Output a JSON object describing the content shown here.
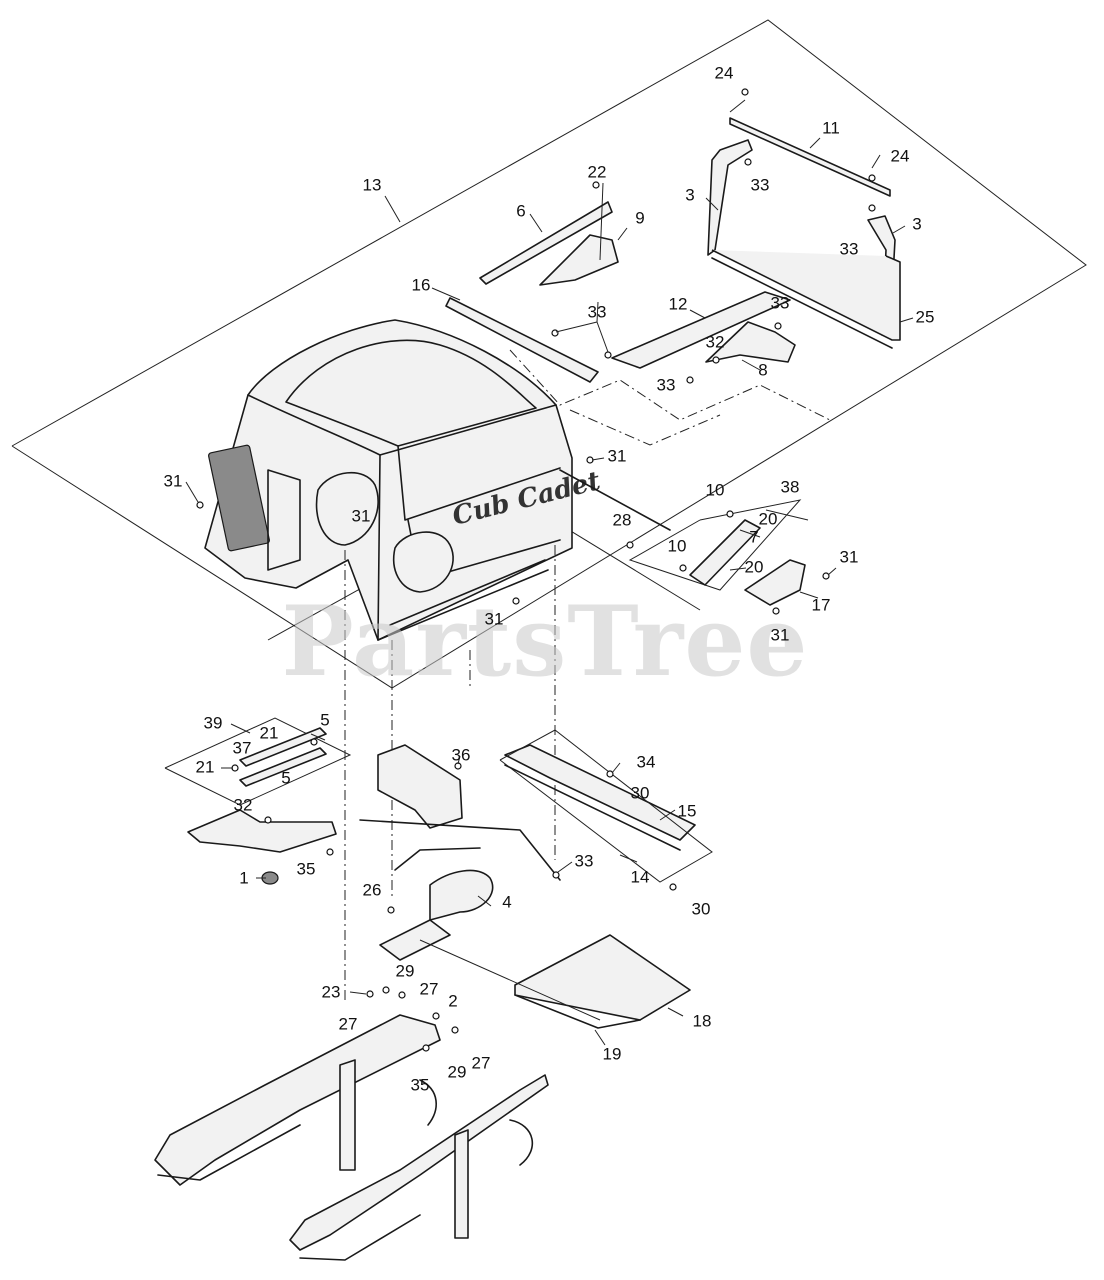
{
  "watermark": "PartsTree",
  "brand_on_hood": "Cub Cadet",
  "callouts": [
    {
      "id": "c24a",
      "label": "24"
    },
    {
      "id": "c11",
      "label": "11"
    },
    {
      "id": "c24b",
      "label": "24"
    },
    {
      "id": "c33a",
      "label": "33"
    },
    {
      "id": "c3a",
      "label": "3"
    },
    {
      "id": "c3b",
      "label": "3"
    },
    {
      "id": "c33b",
      "label": "33"
    },
    {
      "id": "c13",
      "label": "13"
    },
    {
      "id": "c22",
      "label": "22"
    },
    {
      "id": "c6",
      "label": "6"
    },
    {
      "id": "c9",
      "label": "9"
    },
    {
      "id": "c16",
      "label": "16"
    },
    {
      "id": "c33c",
      "label": "33"
    },
    {
      "id": "c12",
      "label": "12"
    },
    {
      "id": "c33d",
      "label": "33"
    },
    {
      "id": "c25",
      "label": "25"
    },
    {
      "id": "c32a",
      "label": "32"
    },
    {
      "id": "c33e",
      "label": "33"
    },
    {
      "id": "c8",
      "label": "8"
    },
    {
      "id": "c31a",
      "label": "31"
    },
    {
      "id": "c31b",
      "label": "31"
    },
    {
      "id": "c31c",
      "label": "31"
    },
    {
      "id": "c10a",
      "label": "10"
    },
    {
      "id": "c38",
      "label": "38"
    },
    {
      "id": "c20a",
      "label": "20"
    },
    {
      "id": "c28",
      "label": "28"
    },
    {
      "id": "c7",
      "label": "7"
    },
    {
      "id": "c10b",
      "label": "10"
    },
    {
      "id": "c20b",
      "label": "20"
    },
    {
      "id": "c31d",
      "label": "31"
    },
    {
      "id": "c17",
      "label": "17"
    },
    {
      "id": "c31e",
      "label": "31"
    },
    {
      "id": "c31f",
      "label": "31"
    },
    {
      "id": "c39",
      "label": "39"
    },
    {
      "id": "c21a",
      "label": "21"
    },
    {
      "id": "c5a",
      "label": "5"
    },
    {
      "id": "c37",
      "label": "37"
    },
    {
      "id": "c21b",
      "label": "21"
    },
    {
      "id": "c5b",
      "label": "5"
    },
    {
      "id": "c36",
      "label": "36"
    },
    {
      "id": "c34",
      "label": "34"
    },
    {
      "id": "c30a",
      "label": "30"
    },
    {
      "id": "c15",
      "label": "15"
    },
    {
      "id": "c32b",
      "label": "32"
    },
    {
      "id": "c1",
      "label": "1"
    },
    {
      "id": "c35a",
      "label": "35"
    },
    {
      "id": "c33f",
      "label": "33"
    },
    {
      "id": "c14",
      "label": "14"
    },
    {
      "id": "c30b",
      "label": "30"
    },
    {
      "id": "c26",
      "label": "26"
    },
    {
      "id": "c4",
      "label": "4"
    },
    {
      "id": "c23",
      "label": "23"
    },
    {
      "id": "c29a",
      "label": "29"
    },
    {
      "id": "c27a",
      "label": "27"
    },
    {
      "id": "c2",
      "label": "2"
    },
    {
      "id": "c27b",
      "label": "27"
    },
    {
      "id": "c18",
      "label": "18"
    },
    {
      "id": "c35b",
      "label": "35"
    },
    {
      "id": "c29b",
      "label": "29"
    },
    {
      "id": "c27c",
      "label": "27"
    },
    {
      "id": "c19",
      "label": "19"
    }
  ]
}
